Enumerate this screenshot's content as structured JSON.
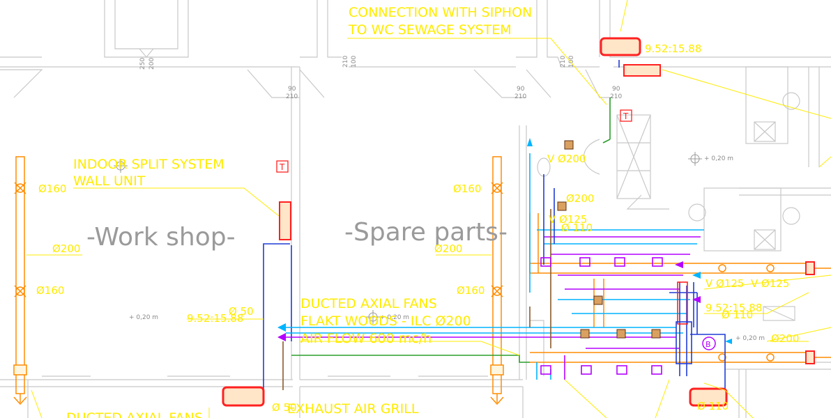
{
  "rooms": {
    "workshop": "-Work shop-",
    "spare_parts": "-Spare parts-"
  },
  "notes": {
    "siphon_line1": "CONNECTION WITH SIPHON",
    "siphon_line2": "TO WC SEWAGE SYSTEM",
    "split_line1": "INDOOR SPLIT SYSTEM",
    "split_line2": "WALL UNIT",
    "fans_line1": "DUCTED AXIAL FANS",
    "fans_line2": "FLAKT WOODS - ILC Ø200",
    "fans_line3": "AIR FLOW 600 mc/h",
    "exhaust": "EXHAUST AIR GRILL",
    "fans_bottom": "DUCTED AXIAL FANS"
  },
  "dimensions": {
    "d160_a": "Ø160",
    "d200_a": "Ø200",
    "d160_b": "Ø160",
    "d160_c": "Ø160",
    "d200_b": "Ø200",
    "d160_d": "Ø160",
    "d200_top": "Ø200",
    "v200": "V Ø200",
    "v125": "V Ø125",
    "d110": "Ø 110",
    "v125_r1": "V Ø125",
    "v125_r2": "V Ø125",
    "d110_r": "Ø 110",
    "d200_r": "Ø200",
    "d50": "Ø 50",
    "elev_left": "9.52:15.88",
    "elev_top": "9.52:15.88",
    "elev_right": "9.52:15.88",
    "d50_bottom": "Ø 50",
    "d110_bottom": "Ø 110"
  },
  "labels": {
    "door_200_250_a": "200",
    "door_200_250_b": "250",
    "door_100_210_a": "100",
    "door_100_210_b": "210",
    "door_90_210_a": "90",
    "door_90_210_b": "210",
    "door_90_210_c": "90",
    "door_90_210_d": "210",
    "door_90_210_e": "90",
    "door_90_210_f": "210",
    "door_100_210_c": "100",
    "door_100_210_d": "210",
    "level_1": "+ 0,20 m",
    "level_2": "+ 0,20 m",
    "level_3": "+ 0,20 m",
    "level_4": "+ 0,20 m",
    "thermo_1": "T",
    "thermo_2": "T",
    "boiler": "B"
  },
  "colors": {
    "annotation": "#ffeb00",
    "duct": "#ff8c00",
    "wall": "#c8c8c8",
    "supply": "#00b4ff",
    "exhaust": "#b400ff",
    "blue_pipe": "#1f3bd6",
    "unit": "#ff2020"
  }
}
